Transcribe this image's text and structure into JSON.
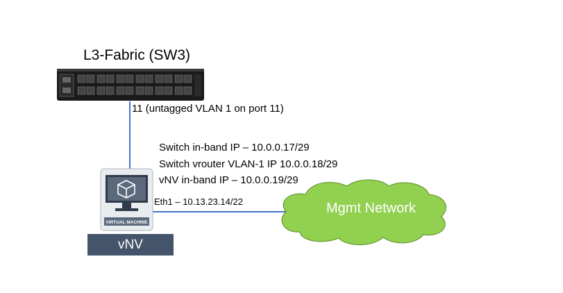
{
  "switch": {
    "title": "L3-Fabric (SW3)",
    "port_label": "11 (untagged VLAN 1 on port 11)"
  },
  "ips": [
    "Switch in-band IP – 10.0.0.17/29",
    "Switch vrouter VLAN-1 IP 10.0.0.18/29",
    "vNV in-band IP – 10.0.0.19/29"
  ],
  "vm": {
    "badge": "VIRTUAL MACHINE",
    "name": "vNV",
    "eth_label": "Eth1 – 10.13.23.14/22"
  },
  "cloud": {
    "label": "Mgmt Network",
    "fill": "#92d050"
  },
  "colors": {
    "link": "#4472c4",
    "vm_label_bg": "#44546a",
    "switch_body": "#1a1a1a"
  }
}
